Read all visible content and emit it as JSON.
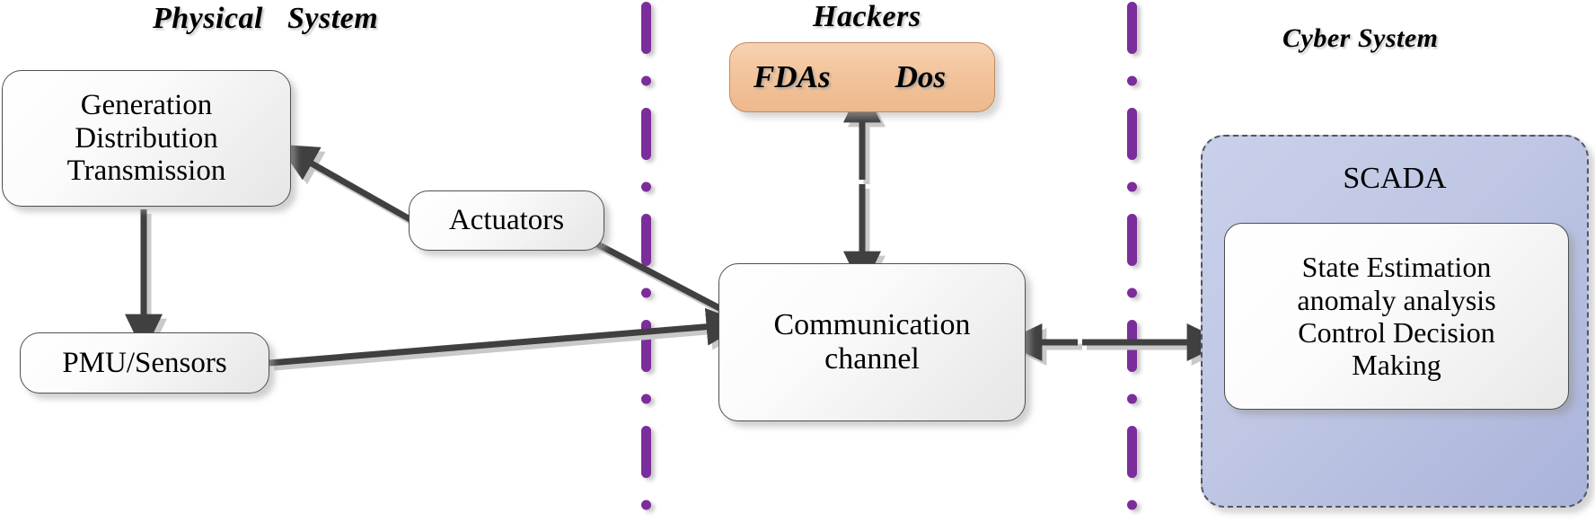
{
  "figure": {
    "title_physical": "Physical   System",
    "title_hackers": "Hackers",
    "title_cyber": "Cyber System"
  },
  "colors": {
    "separator_purple": "#7B2D9B",
    "hacker_box_fill": "#F3C49C",
    "scada_box_fill": "#BFC7E4",
    "node_fill": "#F2F2F2",
    "arrow_stroke": "#404040",
    "node_border": "#4F4F4F"
  },
  "nodes": {
    "generation": {
      "lines": [
        "Generation",
        "Distribution",
        "Transmission"
      ]
    },
    "actuators": {
      "label": "Actuators"
    },
    "pmu": {
      "label": "PMU/Sensors"
    },
    "communication": {
      "lines": [
        "Communication",
        "channel"
      ]
    },
    "hackers": {
      "left_label": "FDAs",
      "right_label": "Dos"
    },
    "scada": {
      "label": "SCADA",
      "inner_lines": [
        "State Estimation",
        "anomaly analysis",
        "Control Decision",
        "Making"
      ]
    }
  },
  "connections": [
    {
      "from": "generation",
      "to": "pmu",
      "style": "single-arrow"
    },
    {
      "from": "actuators",
      "to": "generation",
      "style": "single-arrow"
    },
    {
      "from": "communication",
      "to": "actuators",
      "style": "single-arrow"
    },
    {
      "from": "pmu",
      "to": "communication",
      "style": "single-arrow"
    },
    {
      "from": "hackers",
      "to": "communication",
      "style": "double-arrow"
    },
    {
      "from": "communication",
      "to": "scada",
      "style": "double-arrow"
    }
  ]
}
